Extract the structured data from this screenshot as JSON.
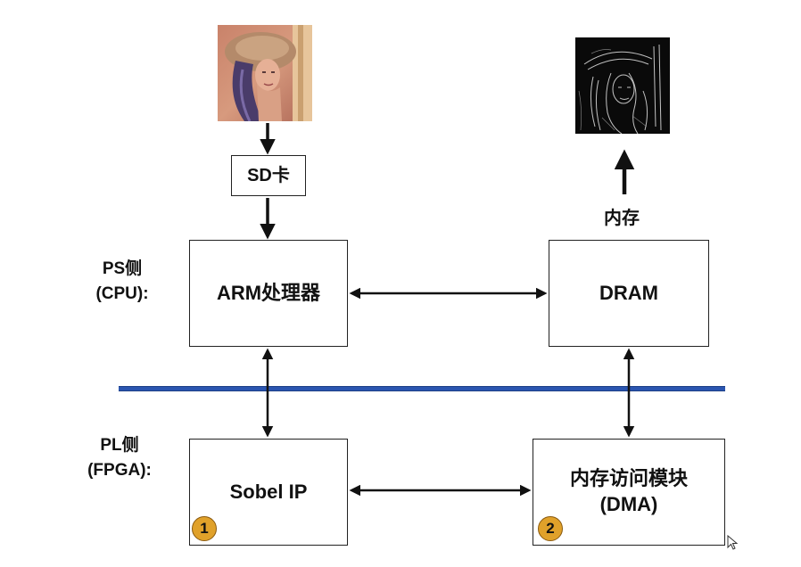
{
  "labels": {
    "ps_side_line1": "PS侧",
    "ps_side_line2": "(CPU):",
    "pl_side_line1": "PL侧",
    "pl_side_line2": "(FPGA):",
    "memory_caption": "内存"
  },
  "boxes": {
    "sd_card": "SD卡",
    "arm": "ARM处理器",
    "dram": "DRAM",
    "sobel": "Sobel IP",
    "dma_line1": "内存访问模块",
    "dma_line2": "(DMA)"
  },
  "badges": {
    "sobel": "1",
    "dma": "2"
  },
  "images": {
    "input": "input-photo",
    "output": "edge-output"
  },
  "colors": {
    "divider": "#2a55b0",
    "badge": "#e0a12a",
    "arrow": "#111111"
  }
}
